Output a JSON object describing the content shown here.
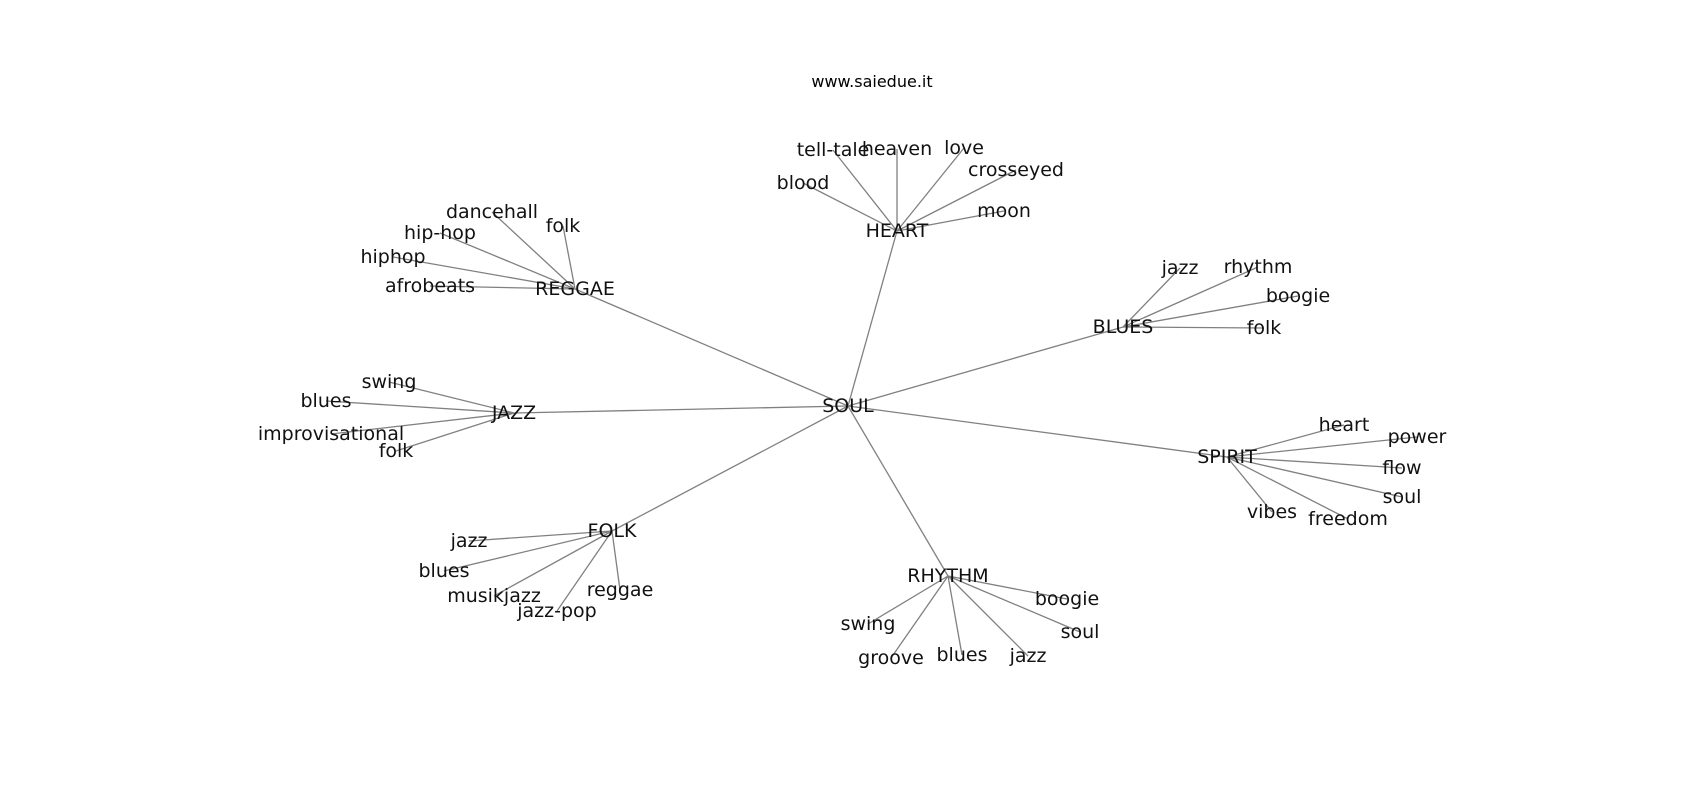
{
  "caption": "www.saiedue.it",
  "root": "SOUL",
  "groups": [
    {
      "hub": "HEART",
      "leaves": [
        "tell-tale",
        "heaven",
        "love",
        "crosseyed",
        "blood",
        "moon"
      ]
    },
    {
      "hub": "REGGAE",
      "leaves": [
        "dancehall",
        "folk",
        "hip-hop",
        "hiphop",
        "afrobeats"
      ]
    },
    {
      "hub": "BLUES",
      "leaves": [
        "jazz",
        "rhythm",
        "boogie",
        "folk"
      ]
    },
    {
      "hub": "JAZZ",
      "leaves": [
        "swing",
        "blues",
        "improvisational",
        "folk"
      ]
    },
    {
      "hub": "SPIRIT",
      "leaves": [
        "heart",
        "power",
        "flow",
        "soul",
        "vibes",
        "freedom"
      ]
    },
    {
      "hub": "FOLK",
      "leaves": [
        "jazz",
        "blues",
        "musikjazz",
        "reggae",
        "jazz-pop"
      ]
    },
    {
      "hub": "RHYTHM",
      "leaves": [
        "boogie",
        "swing",
        "soul",
        "groove",
        "blues",
        "jazz"
      ]
    }
  ]
}
